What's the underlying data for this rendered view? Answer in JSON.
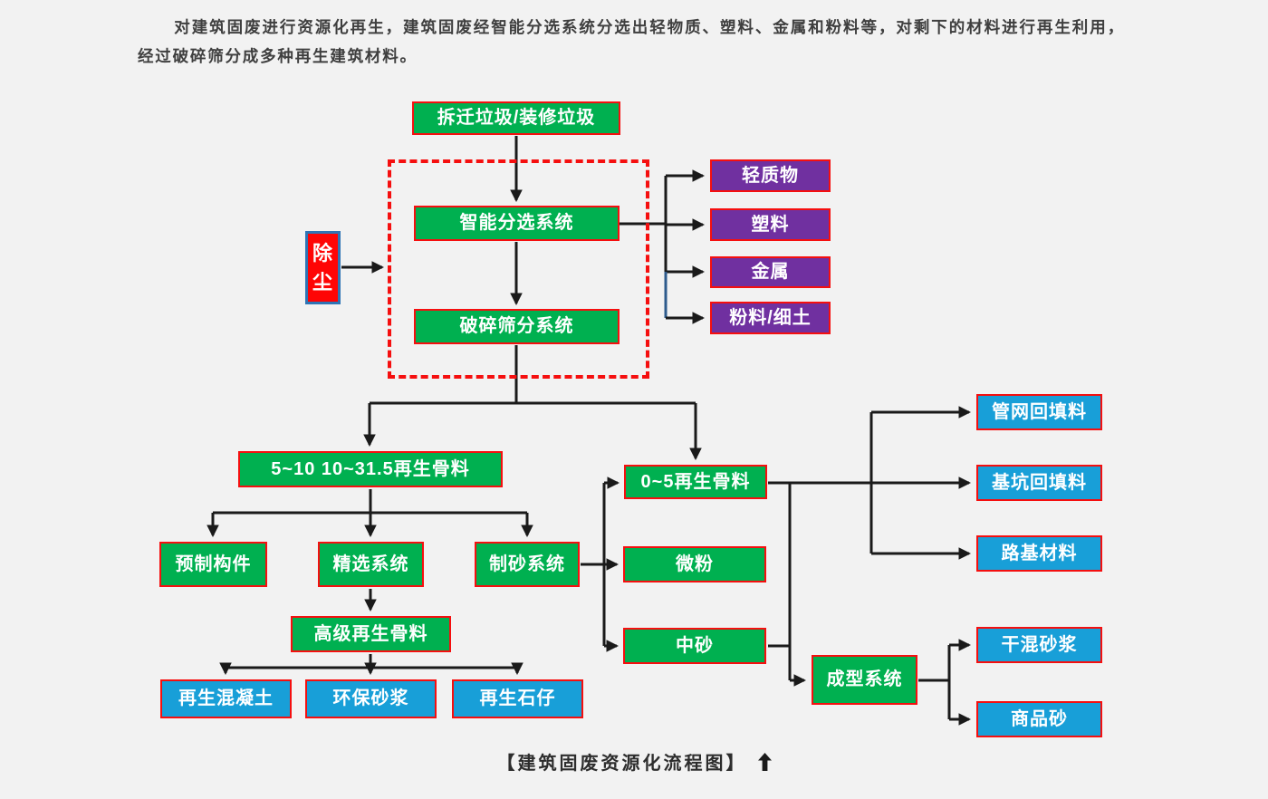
{
  "intro": {
    "text": "对建筑固废进行资源化再生，建筑固废经智能分选系统分选出轻物质、塑料、金属和粉料等，对剩下的材料进行再生利用，经过破碎筛分成多种再生建筑材料。"
  },
  "caption": {
    "text": "【建筑固废资源化流程图】",
    "icon": "up-arrow"
  },
  "palette": {
    "background": "#f2f2f2",
    "process_green": "#00b050",
    "sorted_output_purple": "#7030a0",
    "product_blue": "#189fd8",
    "box_border_red": "#f50f0f",
    "dust_fill_red": "#fe0505",
    "dust_border_blue": "#2e74b5",
    "connector_black": "#1a1a1a",
    "connector_blue_segment": "#2e5b8c"
  },
  "nodes": {
    "demolition_waste": {
      "label": "拆迁垃圾/装修垃圾"
    },
    "smart_sorting": {
      "label": "智能分选系统"
    },
    "crushing_screening": {
      "label": "破碎筛分系统"
    },
    "dust_removal": {
      "label": "除尘"
    },
    "light_material": {
      "label": "轻质物"
    },
    "plastic": {
      "label": "塑料"
    },
    "metal": {
      "label": "金属"
    },
    "powder_fine_soil": {
      "label": "粉料/细土"
    },
    "agg_5_31": {
      "label": "5~10 10~31.5再生骨料"
    },
    "agg_0_5": {
      "label": "0~5再生骨料"
    },
    "precast_components": {
      "label": "预制构件"
    },
    "selection_system": {
      "label": "精选系统"
    },
    "sand_making_system": {
      "label": "制砂系统"
    },
    "advanced_agg": {
      "label": "高级再生骨料"
    },
    "recycled_concrete": {
      "label": "再生混凝土"
    },
    "eco_mortar": {
      "label": "环保砂浆"
    },
    "recycled_stone": {
      "label": "再生石仔"
    },
    "fine_powder": {
      "label": "微粉"
    },
    "medium_sand": {
      "label": "中砂"
    },
    "pipe_backfill": {
      "label": "管网回填料"
    },
    "pit_backfill": {
      "label": "基坑回填料"
    },
    "road_base": {
      "label": "路基材料"
    },
    "forming_system": {
      "label": "成型系统"
    },
    "dry_mix_mortar": {
      "label": "干混砂浆"
    },
    "commercial_sand": {
      "label": "商品砂"
    }
  }
}
